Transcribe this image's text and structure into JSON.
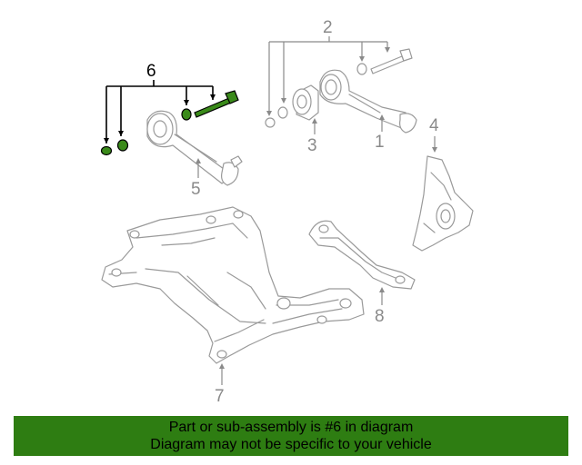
{
  "colors": {
    "highlight_part": "#3a8a1a",
    "banner_background": "#2e7d12",
    "line_gray": "#9a9a9a"
  },
  "diagram": {
    "callouts": [
      {
        "id": "1",
        "label": "1"
      },
      {
        "id": "2",
        "label": "2"
      },
      {
        "id": "3",
        "label": "3"
      },
      {
        "id": "4",
        "label": "4"
      },
      {
        "id": "5",
        "label": "5"
      },
      {
        "id": "6",
        "label": "6",
        "highlighted": true
      },
      {
        "id": "7",
        "label": "7"
      },
      {
        "id": "8",
        "label": "8"
      }
    ]
  },
  "banner": {
    "line1": "Part or sub-assembly is #6 in diagram",
    "line2": "Diagram may not be specific to your vehicle"
  }
}
